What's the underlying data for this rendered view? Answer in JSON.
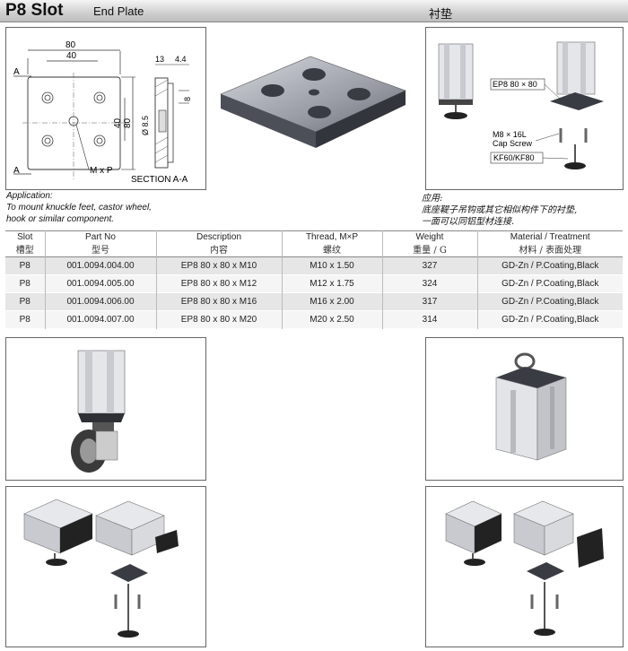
{
  "header": {
    "title": "P8 Slot",
    "subtitle": "End Plate",
    "title_cn": "衬垫"
  },
  "drawing": {
    "dim_80": "80",
    "dim_40": "40",
    "dim_13": "13",
    "dim_4_4": "4.4",
    "dim_8_5": "Ø 8.5",
    "dim_8": "8",
    "dim_v40": "40",
    "dim_v80": "80",
    "label_a_top": "A",
    "label_a_bottom": "A",
    "label_mxp": "M x P",
    "section_label": "SECTION A-A"
  },
  "assembly": {
    "callout_1": "EP8 80 × 80",
    "callout_2a": "M8 × 16L",
    "callout_2b": "Cap Screw",
    "callout_3": "KF60/KF80"
  },
  "application": {
    "en": [
      "Application:",
      "To mount knuckle feet, castor wheel,",
      "hook or similar component."
    ],
    "cn": [
      "应用:",
      "底座鞮子吊钩或其它相似构件下的衬垫,",
      "一面可以同铝型材连接."
    ]
  },
  "table": {
    "headers": [
      {
        "en": "Slot",
        "cn": "槽型"
      },
      {
        "en": "Part No",
        "cn": "型号"
      },
      {
        "en": "Description",
        "cn": "内容"
      },
      {
        "en": "Thread, M×P",
        "cn": "螺纹"
      },
      {
        "en": "Weight",
        "cn": "重量 / G"
      },
      {
        "en": "Material / Treatment",
        "cn": "材料 / 表面处理"
      }
    ],
    "rows": [
      [
        "P8",
        "001.0094.004.00",
        "EP8 80 x 80 x M10",
        "M10 x 1.50",
        "327",
        "GD-Zn / P.Coating,Black"
      ],
      [
        "P8",
        "001.0094.005.00",
        "EP8 80 x 80 x M12",
        "M12 x 1.75",
        "324",
        "GD-Zn / P.Coating,Black"
      ],
      [
        "P8",
        "001.0094.006.00",
        "EP8 80 x 80 x M16",
        "M16 x 2.00",
        "317",
        "GD-Zn / P.Coating,Black"
      ],
      [
        "P8",
        "001.0094.007.00",
        "EP8 80 x 80 x M20",
        "M20 x 2.50",
        "314",
        "GD-Zn / P.Coating,Black"
      ]
    ]
  }
}
